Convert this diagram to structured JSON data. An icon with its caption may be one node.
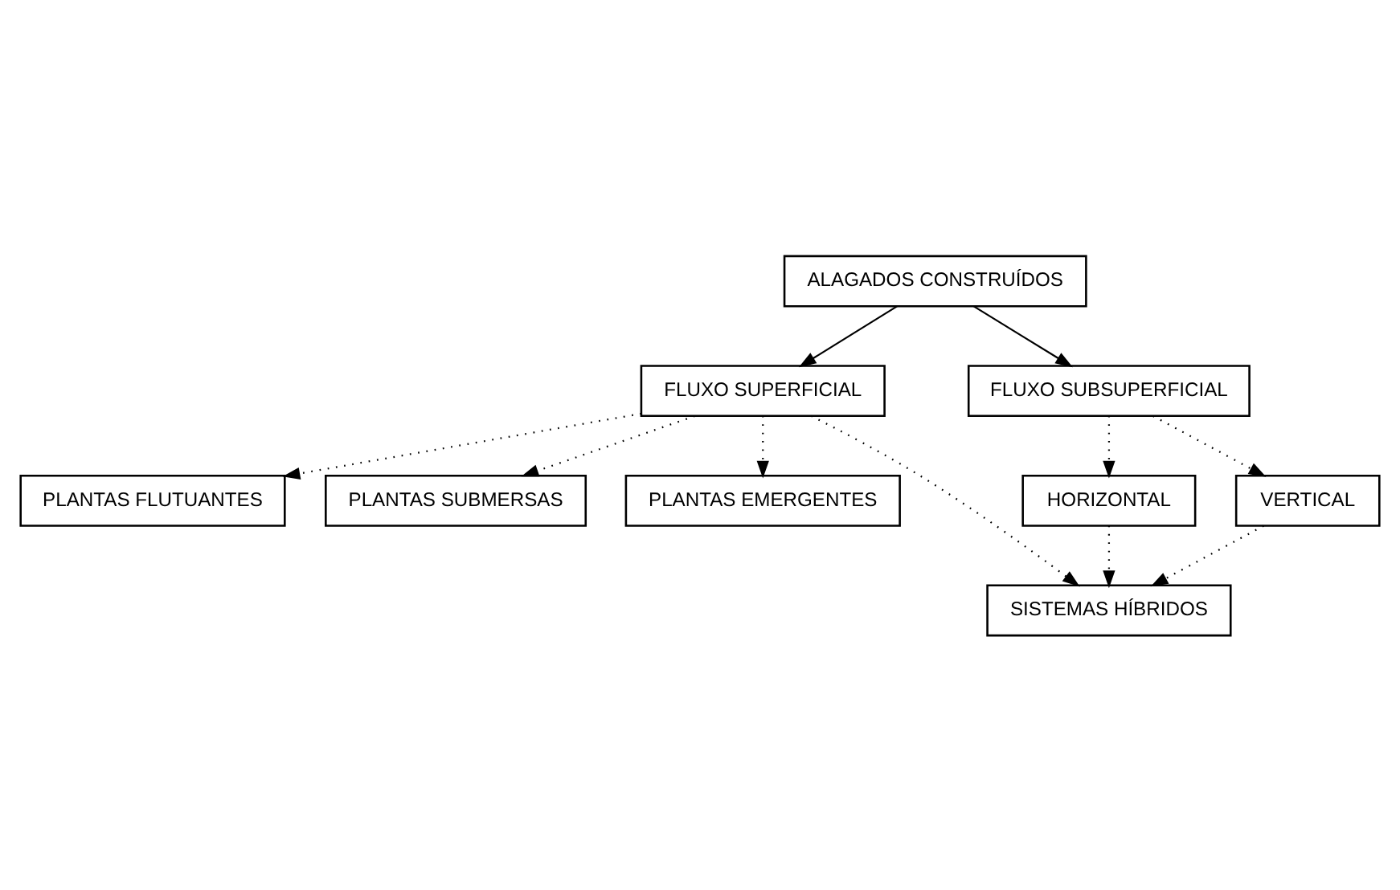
{
  "diagram": {
    "nodes": [
      {
        "text": [
          "ALAGADOS CONSTRUÍDOS"
        ]
      },
      {
        "text": [
          "FLUXO SUPERFICIAL"
        ]
      },
      {
        "text": [
          "PLANTAS FLUTUANTES"
        ]
      },
      {
        "text": [
          "PLANTAS SUBMERSAS"
        ]
      },
      {
        "text": [
          "PLANTAS EMERGENTES"
        ]
      },
      {
        "text": [
          "FLUXO SUBSUPERFICIAL"
        ]
      },
      {
        "text": [
          "HORIZONTAL"
        ]
      },
      {
        "text": [
          "VERTICAL"
        ]
      },
      {
        "text": [
          "SISTEMAS HÍBRIDOS"
        ]
      }
    ],
    "edges": [
      {
        "from": 0,
        "to": 1,
        "arrow": "to"
      },
      {
        "from": 0,
        "to": 5,
        "arrow": "to"
      },
      {
        "from": 1,
        "to": 2,
        "arrow": "to",
        "style": "dashed"
      },
      {
        "from": 1,
        "to": 3,
        "arrow": "to",
        "style": "dashed"
      },
      {
        "from": 1,
        "to": 4,
        "arrow": "to",
        "style": "dashed"
      },
      {
        "from": 5,
        "to": 6,
        "arrow": "to",
        "style": "dashed"
      },
      {
        "from": 5,
        "to": 7,
        "arrow": "to",
        "style": "dashed"
      },
      {
        "from": 1,
        "to": 8,
        "arrow": "to",
        "style": "dashed"
      },
      {
        "from": 6,
        "to": 8,
        "arrow": "to",
        "style": "dashed"
      },
      {
        "from": 7,
        "to": 8,
        "arrow": "to",
        "style": "dashed"
      }
    ]
  }
}
